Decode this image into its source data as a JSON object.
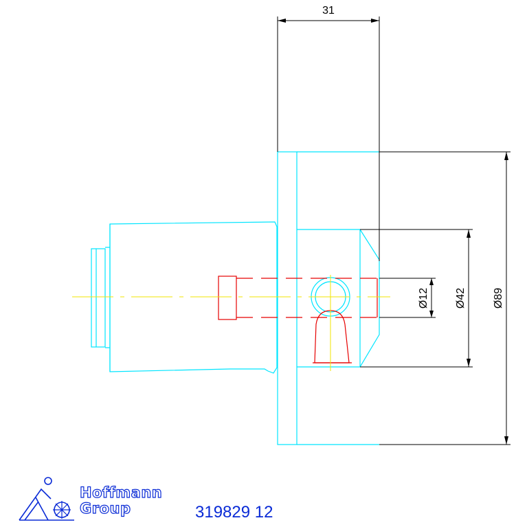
{
  "dimensions": {
    "length": "31",
    "bore_diameter": "Ø12",
    "flange_diameter": "Ø42",
    "outer_diameter": "Ø89"
  },
  "logo": {
    "line1": "Hoffmann",
    "line2": "Group"
  },
  "part_number": "319829 12",
  "colors": {
    "outline": "#00e5ff",
    "hidden_lines": "#e60000",
    "center_lines": "#f2e600",
    "dimensions": "#000000",
    "brand": "#0a2bd6"
  }
}
